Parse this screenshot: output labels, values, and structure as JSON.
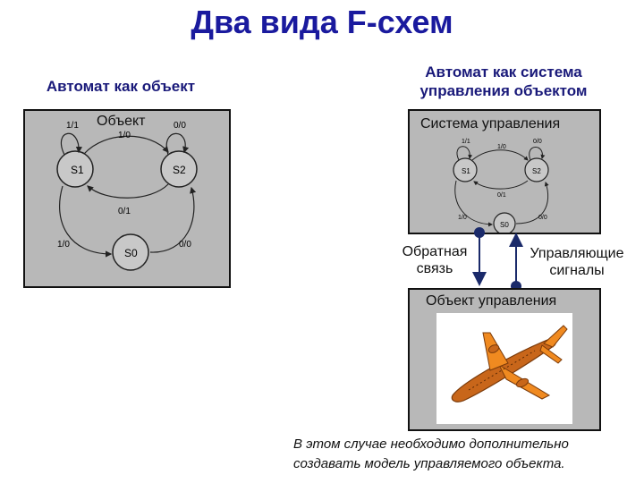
{
  "title": "Два вида F-схем",
  "left": {
    "heading": "Автомат как объект",
    "box_label": "Объект",
    "states": {
      "s1": "S1",
      "s2": "S2",
      "s0": "S0"
    },
    "transitions": {
      "s1_loop": "1/1",
      "s2_loop": "0/0",
      "s1_to_s2": "1/0",
      "s2_to_s1": "0/1",
      "s1_to_s0": "1/0",
      "s0_to_s2": "0/0"
    }
  },
  "right": {
    "heading_line1": "Автомат как система",
    "heading_line2": "управления объектом",
    "control_label": "Система управления",
    "states": {
      "s1": "S1",
      "s2": "S2",
      "s0": "S0"
    },
    "transitions": {
      "s1_loop": "1/1",
      "s2_loop": "0/0",
      "s1_to_s2": "1/0",
      "s2_to_s1": "0/1",
      "s1_to_s0": "1/0",
      "s0_to_s2": "0/0"
    },
    "feedback_line1": "Обратная",
    "feedback_line2": "связь",
    "control_signals_line1": "Управляющие",
    "control_signals_line2": "сигналы",
    "object_label": "Объект управления"
  },
  "note_line1": "В этом случае необходимо дополнительно",
  "note_line2": "создавать модель управляемого объекта.",
  "colors": {
    "title": "#1a1a9e",
    "box": "#b8b8b8",
    "arrow_dot": "#1a2a6a",
    "plane": "#e8841a"
  }
}
